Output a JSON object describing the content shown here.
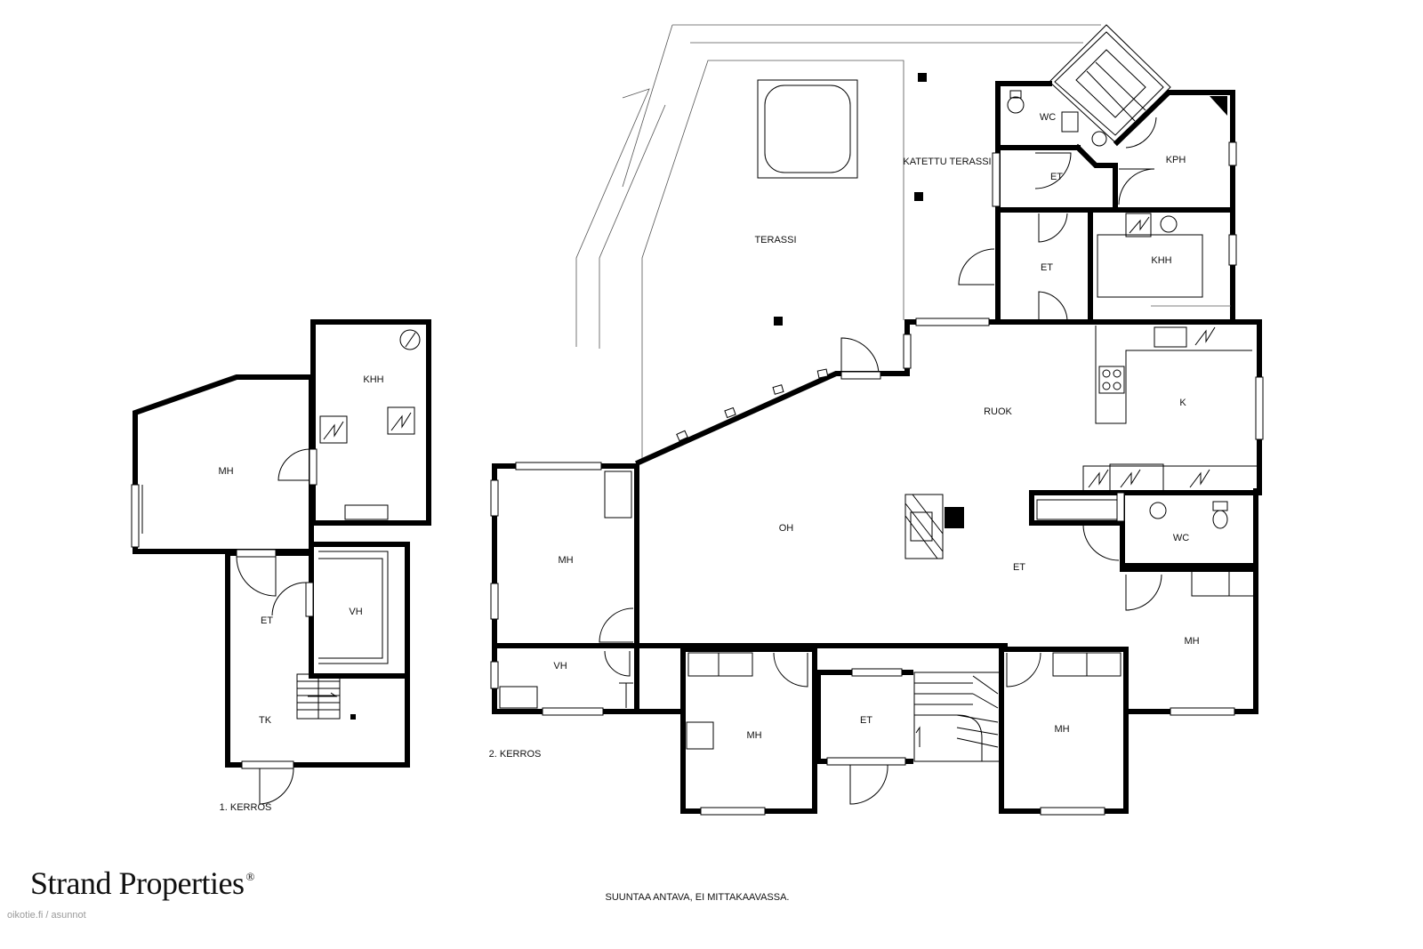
{
  "floor_1": {
    "label": "1. KERROS",
    "rooms": {
      "mh": "MH",
      "khh": "KHH",
      "et": "ET",
      "vh": "VH",
      "tk": "TK"
    }
  },
  "floor_2": {
    "label": "2. KERROS",
    "rooms": {
      "terassi": "TERASSI",
      "katettu_terassi": "KATETTU TERASSI",
      "wc_upper": "WC",
      "et_upper": "ET",
      "kph": "KPH",
      "et_middle": "ET",
      "khh": "KHH",
      "ruok": "RUOK",
      "k": "K",
      "oh": "OH",
      "et_hall": "ET",
      "wc_lower": "WC",
      "mh_west": "MH",
      "vh": "VH",
      "mh_south": "MH",
      "et_entry": "ET",
      "mh_stair": "MH",
      "mh_east": "MH"
    }
  },
  "brand": {
    "name": "Strand Properties",
    "mark": "®"
  },
  "footer_note": "SUUNTAA ANTAVA, EI MITTAKAAVASSA.",
  "watermark": "oikotie.fi / asunnot"
}
